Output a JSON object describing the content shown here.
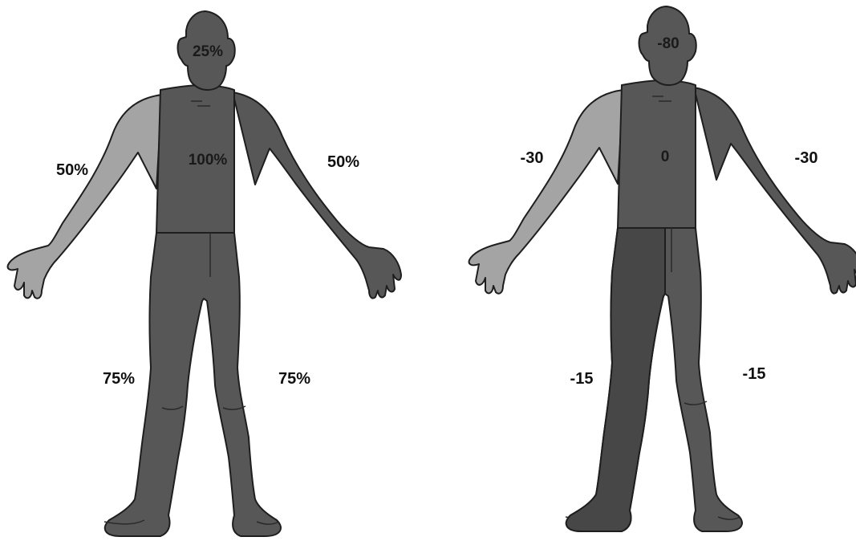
{
  "colors": {
    "dark_tone": "#575757",
    "darker_tone": "#474747",
    "light_tone": "#a4a4a4",
    "outline": "#1e1e1e",
    "background": "#ffffff"
  },
  "left_figure": {
    "labels": {
      "head": "25%",
      "torso": "100%",
      "left_arm": "50%",
      "right_arm": "50%",
      "left_leg": "75%",
      "right_leg": "75%"
    }
  },
  "right_figure": {
    "labels": {
      "head": "-80",
      "torso": "0",
      "left_arm": "-30",
      "right_arm": "-30",
      "left_leg": "-15",
      "right_leg": "-15"
    }
  }
}
